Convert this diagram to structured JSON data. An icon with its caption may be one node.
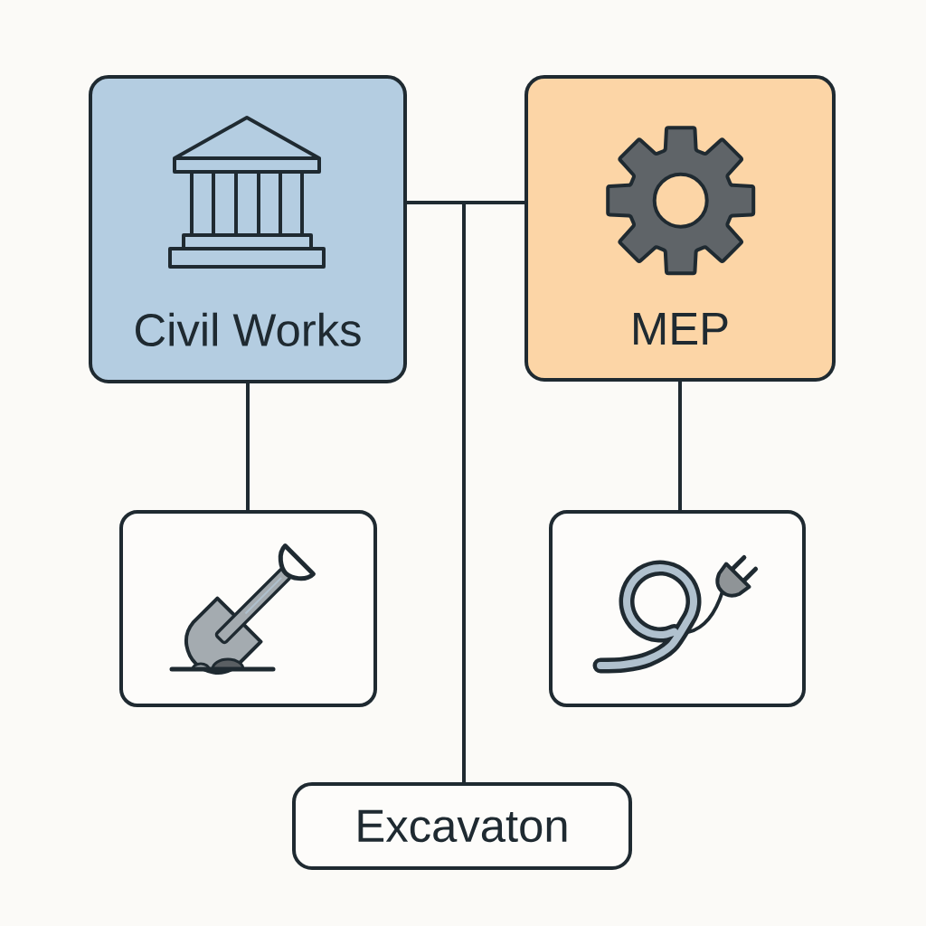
{
  "diagram": {
    "nodes": [
      {
        "text": [
          "Civil Works"
        ]
      },
      {
        "text": [
          "MEP"
        ]
      },
      {
        "text": [],
        "shape": "box"
      },
      {
        "text": [],
        "shape": "box"
      },
      {
        "text": [
          "Excavaton"
        ]
      }
    ],
    "edges": [
      {
        "from": 0,
        "to": 2,
        "arrow": "none"
      },
      {
        "from": 1,
        "to": 3,
        "arrow": "none"
      },
      {
        "from": 0,
        "to": 4,
        "arrow": "none"
      },
      {
        "from": 1,
        "to": 4,
        "arrow": "none"
      }
    ]
  }
}
